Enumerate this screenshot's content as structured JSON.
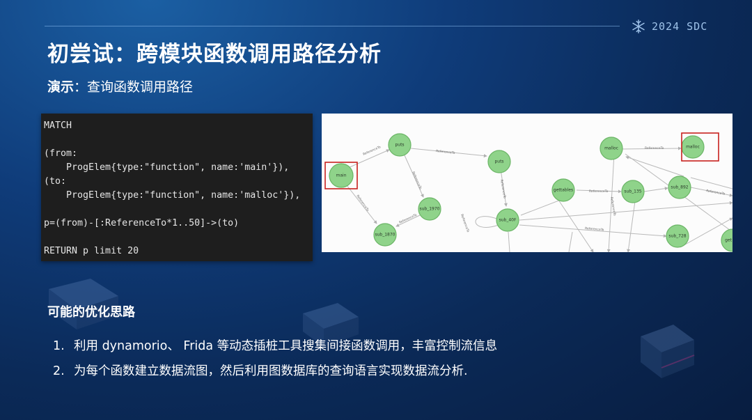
{
  "brand": {
    "text": "2024 SDC",
    "icon": "snowflake-icon"
  },
  "title": "初尝试：跨模块函数调用路径分析",
  "subtitle": {
    "label": "演示",
    "text": "：查询函数调用路径"
  },
  "code": {
    "lines": [
      "MATCH",
      "",
      "(from:",
      "    ProgElem{type:\"function\", name:'main'}),",
      "(to:",
      "    ProgElem{type:\"function\", name:'malloc'}),",
      "",
      "p=(from)-[:ReferenceTo*1..50]->(to)",
      "",
      "RETURN p limit 20"
    ]
  },
  "graph": {
    "edge_label": "ReferenceTo",
    "nodes": {
      "main": "main",
      "puts1": "puts",
      "puts2": "puts",
      "sub_1970": "sub_1970",
      "sub_1870": "sub_1870",
      "sub_40f": "sub_40F",
      "malloc1": "malloc",
      "malloc2": "malloc",
      "gettables": "gettables",
      "sub_135": "sub_135",
      "sub_892": "sub_892",
      "sub_728": "sub_728",
      "get": "get"
    },
    "highlight_color": "#c8201e"
  },
  "optimization": {
    "title": "可能的优化思路",
    "items": [
      {
        "num": "1.",
        "text": "利用 dynamorio、 Frida 等动态插桩工具搜集间接函数调用，丰富控制流信息"
      },
      {
        "num": "2.",
        "text": "为每个函数建立数据流图，然后利用图数据库的查询语言实现数据流分析."
      }
    ]
  }
}
